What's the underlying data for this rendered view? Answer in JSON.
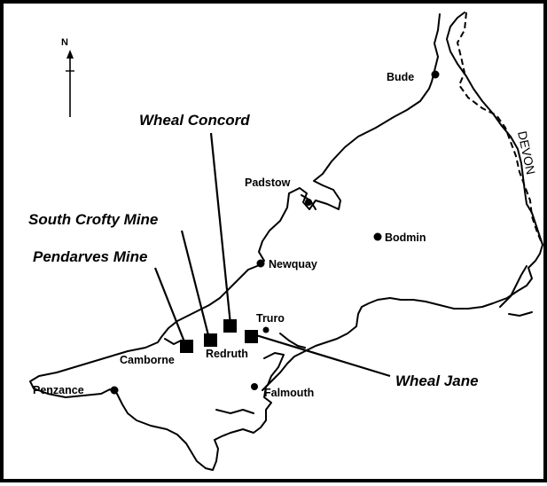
{
  "north_arrow": {
    "label": "N"
  },
  "region_label": "DEVON",
  "towns": {
    "bude": "Bude",
    "padstow": "Padstow",
    "bodmin": "Bodmin",
    "newquay": "Newquay",
    "truro": "Truro",
    "camborne": "Camborne",
    "redruth": "Redruth",
    "penzance": "Penzance",
    "falmouth": "Falmouth"
  },
  "mines": {
    "wheal_concord": "Wheal Concord",
    "south_crofty": "South Crofty Mine",
    "pendarves": "Pendarves Mine",
    "wheal_jane": "Wheal Jane"
  },
  "colors": {
    "ink": "#000000",
    "background": "#ffffff"
  }
}
